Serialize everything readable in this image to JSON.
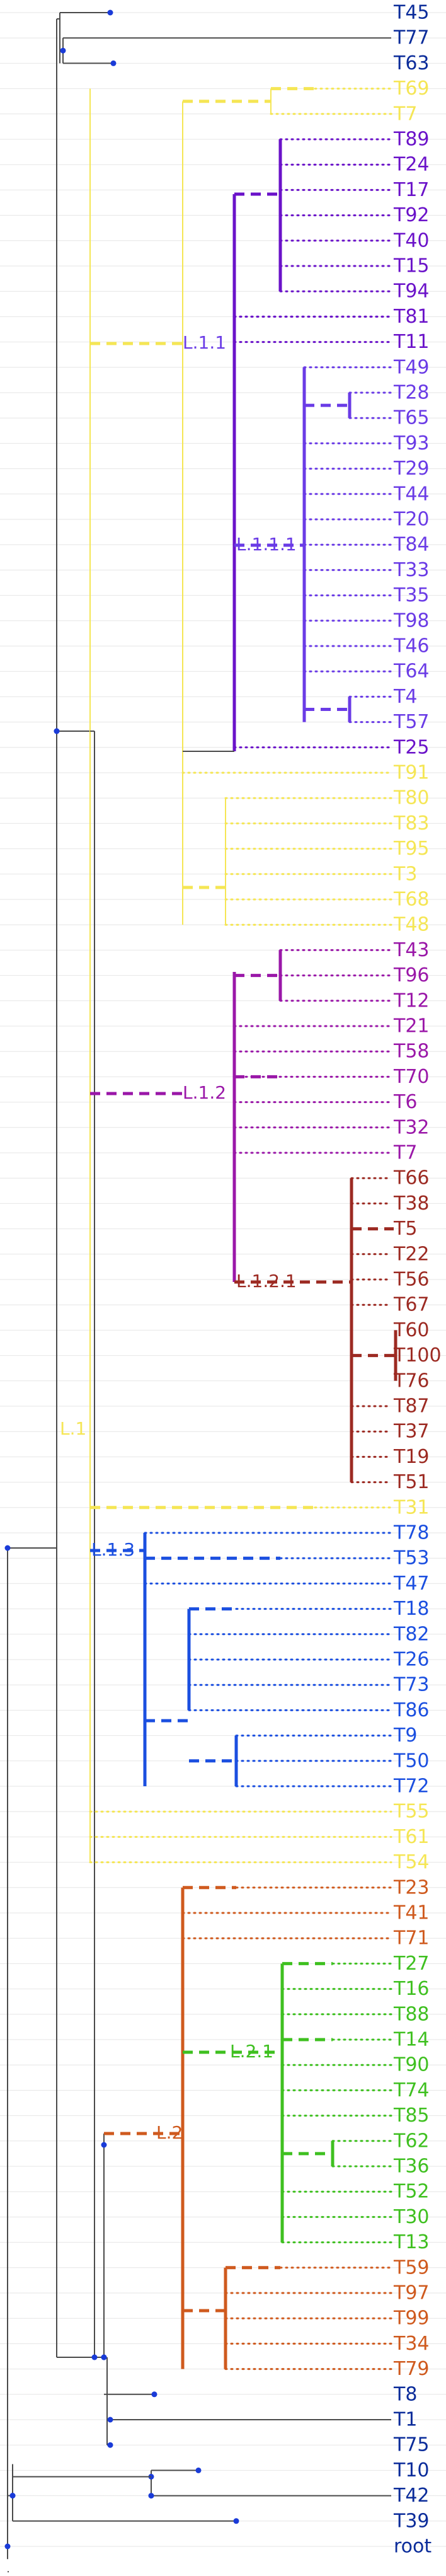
{
  "colors": {
    "black": "#4a4a4a",
    "navy": "#0b2c9a",
    "yellow": "#f5e655",
    "purple": "#6a12c9",
    "violet": "#6a3be6",
    "magenta": "#9a17a8",
    "brown": "#9c2a22",
    "blue": "#1b4fe0",
    "orange": "#cf5a1e",
    "green": "#3fc020",
    "node": "#1a3bd8"
  },
  "clade_labels": [
    "L.1",
    "L.1.1",
    "L.1.1.1",
    "L.1.2",
    "L.1.2.1",
    "L.1.3",
    "L.2",
    "L.2.1"
  ],
  "leaves": [
    {
      "label": "T45",
      "color": "navy"
    },
    {
      "label": "T77",
      "color": "navy"
    },
    {
      "label": "T63",
      "color": "navy"
    },
    {
      "label": "T69",
      "color": "yellow"
    },
    {
      "label": "T7",
      "color": "yellow"
    },
    {
      "label": "T89",
      "color": "purple"
    },
    {
      "label": "T24",
      "color": "purple"
    },
    {
      "label": "T17",
      "color": "purple"
    },
    {
      "label": "T92",
      "color": "purple"
    },
    {
      "label": "T40",
      "color": "purple"
    },
    {
      "label": "T15",
      "color": "purple"
    },
    {
      "label": "T94",
      "color": "purple"
    },
    {
      "label": "T81",
      "color": "purple"
    },
    {
      "label": "T11",
      "color": "purple"
    },
    {
      "label": "T49",
      "color": "violet"
    },
    {
      "label": "T28",
      "color": "violet"
    },
    {
      "label": "T65",
      "color": "violet"
    },
    {
      "label": "T93",
      "color": "violet"
    },
    {
      "label": "T29",
      "color": "violet"
    },
    {
      "label": "T44",
      "color": "violet"
    },
    {
      "label": "T20",
      "color": "violet"
    },
    {
      "label": "T84",
      "color": "violet"
    },
    {
      "label": "T33",
      "color": "violet"
    },
    {
      "label": "T35",
      "color": "violet"
    },
    {
      "label": "T98",
      "color": "violet"
    },
    {
      "label": "T46",
      "color": "violet"
    },
    {
      "label": "T64",
      "color": "violet"
    },
    {
      "label": "T4",
      "color": "violet"
    },
    {
      "label": "T57",
      "color": "violet"
    },
    {
      "label": "T25",
      "color": "purple"
    },
    {
      "label": "T91",
      "color": "yellow"
    },
    {
      "label": "T80",
      "color": "yellow"
    },
    {
      "label": "T83",
      "color": "yellow"
    },
    {
      "label": "T95",
      "color": "yellow"
    },
    {
      "label": "T3",
      "color": "yellow"
    },
    {
      "label": "T68",
      "color": "yellow"
    },
    {
      "label": "T48",
      "color": "yellow"
    },
    {
      "label": "T43",
      "color": "magenta"
    },
    {
      "label": "T96",
      "color": "magenta"
    },
    {
      "label": "T12",
      "color": "magenta"
    },
    {
      "label": "T21",
      "color": "magenta"
    },
    {
      "label": "T58",
      "color": "magenta"
    },
    {
      "label": "T70",
      "color": "magenta"
    },
    {
      "label": "T6",
      "color": "magenta"
    },
    {
      "label": "T32",
      "color": "magenta"
    },
    {
      "label": "T7",
      "color": "magenta"
    },
    {
      "label": "T66",
      "color": "brown"
    },
    {
      "label": "T38",
      "color": "brown"
    },
    {
      "label": "T5",
      "color": "brown"
    },
    {
      "label": "T22",
      "color": "brown"
    },
    {
      "label": "T56",
      "color": "brown"
    },
    {
      "label": "T67",
      "color": "brown"
    },
    {
      "label": "T60",
      "color": "brown"
    },
    {
      "label": "T100",
      "color": "brown"
    },
    {
      "label": "T76",
      "color": "brown"
    },
    {
      "label": "T87",
      "color": "brown"
    },
    {
      "label": "T37",
      "color": "brown"
    },
    {
      "label": "T19",
      "color": "brown"
    },
    {
      "label": "T51",
      "color": "brown"
    },
    {
      "label": "T31",
      "color": "yellow"
    },
    {
      "label": "T78",
      "color": "blue"
    },
    {
      "label": "T53",
      "color": "blue"
    },
    {
      "label": "T47",
      "color": "blue"
    },
    {
      "label": "T18",
      "color": "blue"
    },
    {
      "label": "T82",
      "color": "blue"
    },
    {
      "label": "T26",
      "color": "blue"
    },
    {
      "label": "T73",
      "color": "blue"
    },
    {
      "label": "T86",
      "color": "blue"
    },
    {
      "label": "T9",
      "color": "blue"
    },
    {
      "label": "T50",
      "color": "blue"
    },
    {
      "label": "T72",
      "color": "blue"
    },
    {
      "label": "T55",
      "color": "yellow"
    },
    {
      "label": "T61",
      "color": "yellow"
    },
    {
      "label": "T54",
      "color": "yellow"
    },
    {
      "label": "T23",
      "color": "orange"
    },
    {
      "label": "T41",
      "color": "orange"
    },
    {
      "label": "T71",
      "color": "orange"
    },
    {
      "label": "T27",
      "color": "green"
    },
    {
      "label": "T16",
      "color": "green"
    },
    {
      "label": "T88",
      "color": "green"
    },
    {
      "label": "T14",
      "color": "green"
    },
    {
      "label": "T90",
      "color": "green"
    },
    {
      "label": "T74",
      "color": "green"
    },
    {
      "label": "T85",
      "color": "green"
    },
    {
      "label": "T62",
      "color": "green"
    },
    {
      "label": "T36",
      "color": "green"
    },
    {
      "label": "T52",
      "color": "green"
    },
    {
      "label": "T30",
      "color": "green"
    },
    {
      "label": "T13",
      "color": "green"
    },
    {
      "label": "T59",
      "color": "orange"
    },
    {
      "label": "T97",
      "color": "orange"
    },
    {
      "label": "T99",
      "color": "orange"
    },
    {
      "label": "T34",
      "color": "orange"
    },
    {
      "label": "T79",
      "color": "orange"
    },
    {
      "label": "T8",
      "color": "navy"
    },
    {
      "label": "T1",
      "color": "navy"
    },
    {
      "label": "T75",
      "color": "navy"
    },
    {
      "label": "T10",
      "color": "navy"
    },
    {
      "label": "T42",
      "color": "navy"
    },
    {
      "label": "T39",
      "color": "navy"
    },
    {
      "label": "root",
      "color": "navy"
    }
  ]
}
